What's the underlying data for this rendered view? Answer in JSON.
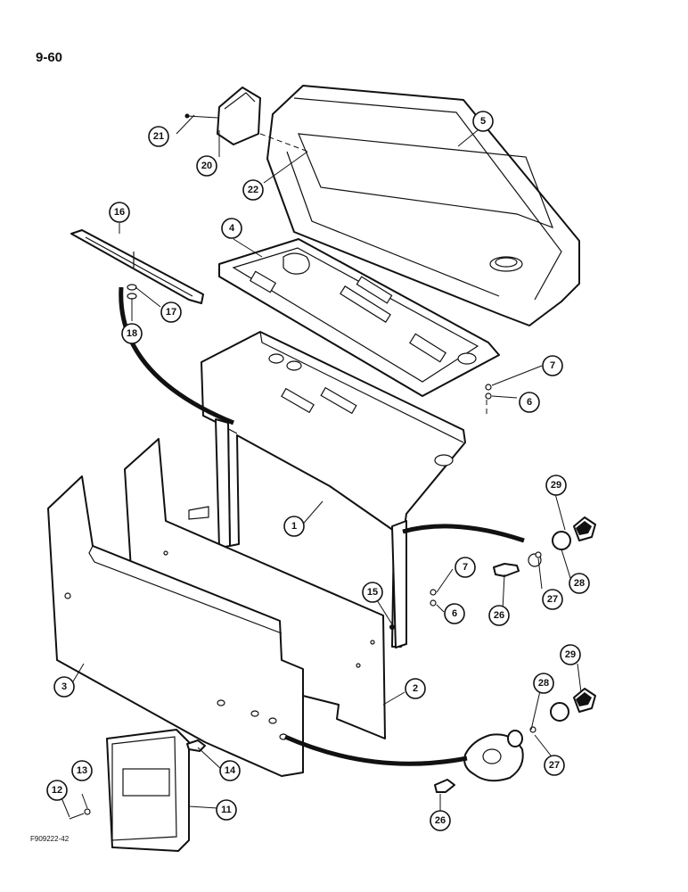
{
  "page": {
    "number": "9-60",
    "figure_id": "F909222-42"
  },
  "callouts": {
    "c1": "1",
    "c2": "2",
    "c3": "3",
    "c4": "4",
    "c5": "5",
    "c6a": "6",
    "c6b": "6",
    "c7a": "7",
    "c7b": "7",
    "c11": "11",
    "c12": "12",
    "c13": "13",
    "c14": "14",
    "c15": "15",
    "c16": "16",
    "c17": "17",
    "c18": "18",
    "c20": "20",
    "c21": "21",
    "c22": "22",
    "c26a": "26",
    "c26b": "26",
    "c27a": "27",
    "c27b": "27",
    "c28a": "28",
    "c28b": "28",
    "c29a": "29",
    "c29b": "29"
  }
}
